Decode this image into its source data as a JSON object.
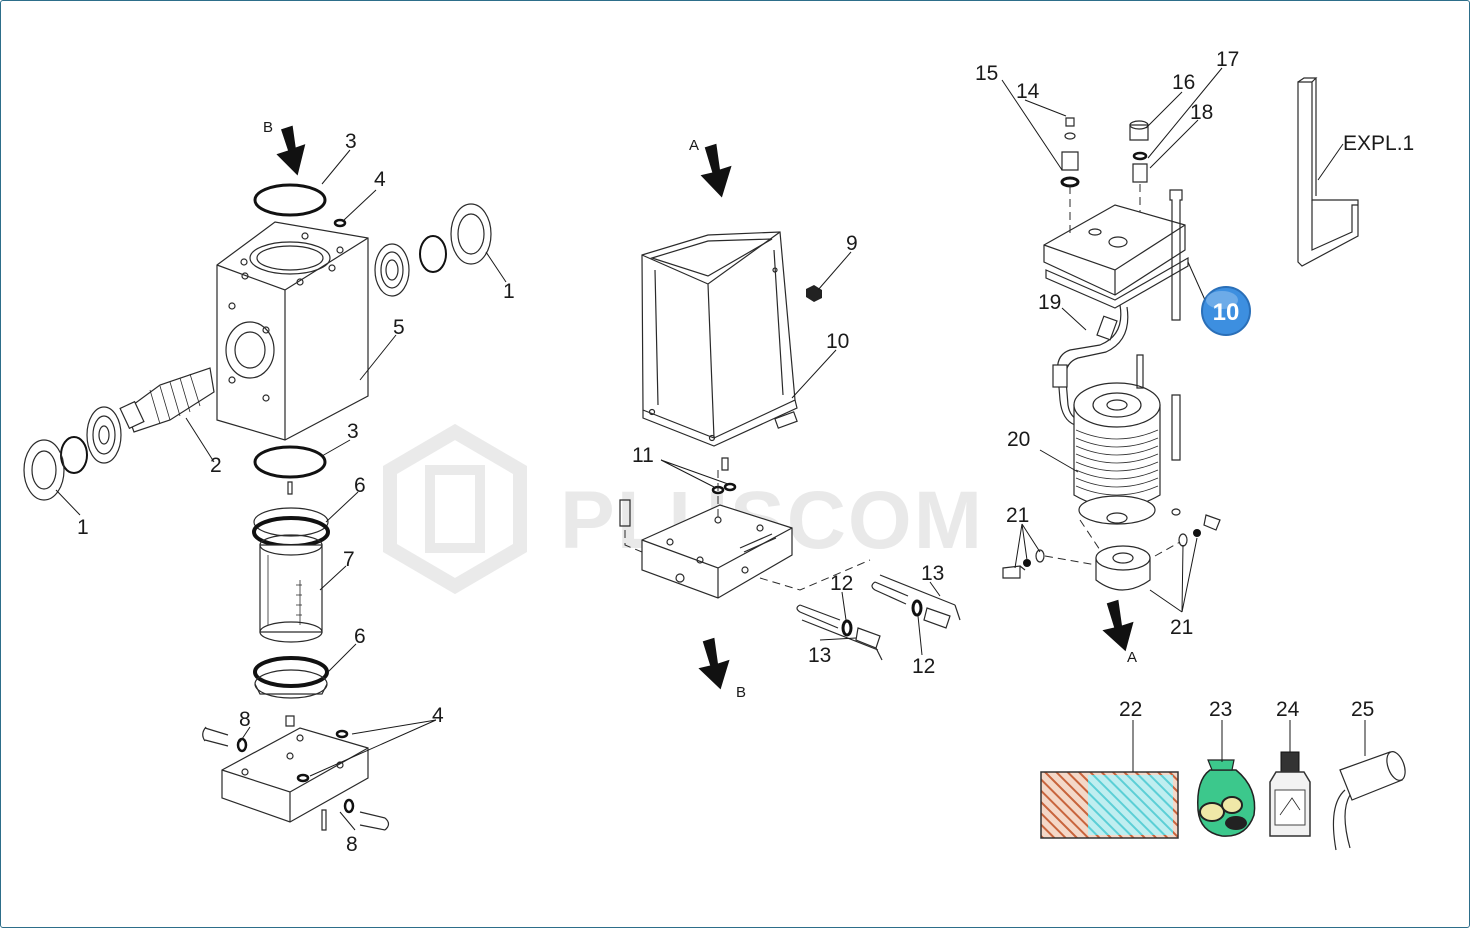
{
  "watermark": "PLUSCOM",
  "badge": {
    "number": "10",
    "color": "#3d8fe0"
  },
  "expl_label": "EXPL.1",
  "arrows": {
    "a_top": "A",
    "a_bottom": "A",
    "b_top": "B",
    "b_bottom": "B"
  },
  "callouts": {
    "c1a": "1",
    "c1b": "1",
    "c2": "2",
    "c3a": "3",
    "c3b": "3",
    "c4a": "4",
    "c4b": "4",
    "c5": "5",
    "c6a": "6",
    "c6b": "6",
    "c7": "7",
    "c8a": "8",
    "c8b": "8",
    "c9": "9",
    "c10": "10",
    "c11": "11",
    "c12a": "12",
    "c12b": "12",
    "c13a": "13",
    "c13b": "13",
    "c14": "14",
    "c15": "15",
    "c16": "16",
    "c17": "17",
    "c18": "18",
    "c19": "19",
    "c20": "20",
    "c21a": "21",
    "c21b": "21",
    "c22": "22",
    "c23": "23",
    "c24": "24",
    "c25": "25"
  },
  "colors": {
    "kit_orange": "#c8643c",
    "kit_cyan": "#5ccfd6",
    "bag_green": "#3cc88c"
  }
}
